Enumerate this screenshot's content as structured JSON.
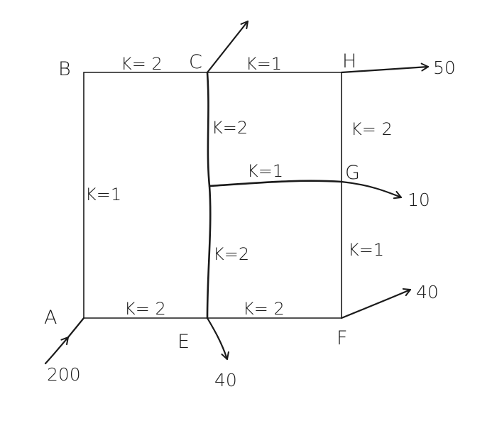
{
  "nodes": {
    "A": "A",
    "B": "B",
    "C": "C",
    "E": "E",
    "F": "F",
    "G": "G",
    "H": "H"
  },
  "pipes": {
    "BC": "K= 2",
    "CH": "K=1",
    "AB": "K=1",
    "CE_upper": "K=2",
    "CE_lower": "K=2",
    "HG": "K= 2",
    "GF": "K=1",
    "mid_to_G": "K=1",
    "AE": "K= 2",
    "EF": "K= 2"
  },
  "flows": {
    "inflow_A": "200",
    "outflow_E": "40",
    "outflow_F": "40",
    "outflow_G": "10",
    "outflow_H": "50"
  },
  "colors": {
    "ink": "#1a1a1a",
    "background": "#ffffff"
  }
}
